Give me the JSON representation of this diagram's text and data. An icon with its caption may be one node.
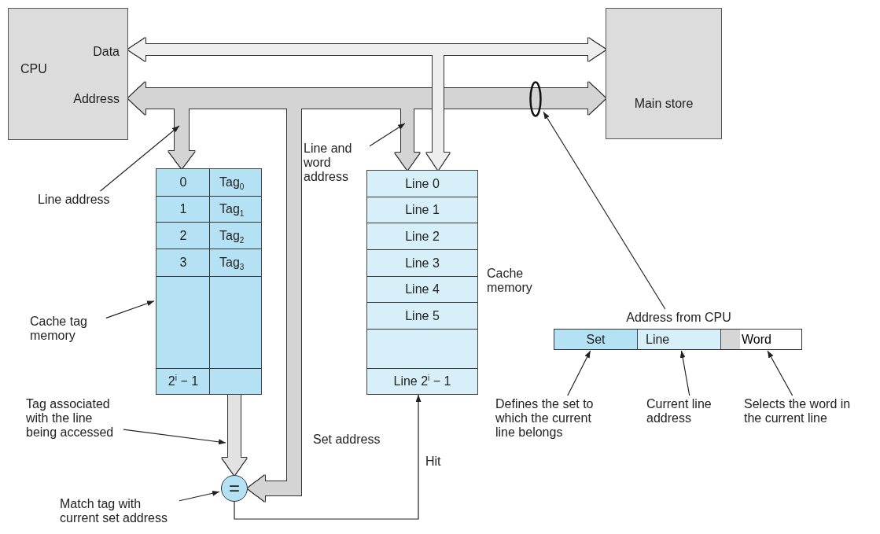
{
  "diagram": {
    "nodes": [
      {
        "text": [
          "CPU",
          "Data",
          "Address"
        ]
      },
      {
        "text": [
          "Main store"
        ]
      },
      {
        "text": [],
        "shape": "ellipse"
      },
      {
        "text": [],
        "shape": "box"
      },
      {
        "text": [
          "0",
          "Tag$_{0}$"
        ],
        "in": 3
      },
      {
        "text": [
          "1",
          "Tag$_{1}$"
        ],
        "in": 3
      },
      {
        "text": [
          "2",
          "Tag$_{2}$"
        ],
        "in": 3
      },
      {
        "text": [
          "3",
          "Tag$_{3}$"
        ],
        "in": 3
      },
      {
        "text": [],
        "shape": "box",
        "in": 3
      },
      {
        "text": [
          "2$^{i}$ − 1"
        ],
        "in": 3
      },
      {
        "text": [],
        "shape": "box",
        "beside": [
          "Cache memory"
        ]
      },
      {
        "text": [
          "Line 0"
        ],
        "in": 10
      },
      {
        "text": [
          "Line 1"
        ],
        "in": 10
      },
      {
        "text": [
          "Line 2"
        ],
        "in": 10
      },
      {
        "text": [
          "Line 3"
        ],
        "in": 10
      },
      {
        "text": [
          "Line 4"
        ],
        "in": 10
      },
      {
        "text": [
          "Line 5"
        ],
        "in": 10
      },
      {
        "text": [],
        "shape": "box",
        "in": 10
      },
      {
        "text": [
          "Line 2$^{i}$ − 1"
        ],
        "in": 10
      },
      {
        "text": [
          "="
        ]
      },
      {
        "text": [
          "Address from CPU"
        ]
      },
      {
        "text": [
          "Set"
        ],
        "in": 20
      },
      {
        "text": [
          "Line"
        ],
        "in": 20
      },
      {
        "text": [
          "Word"
        ],
        "in": 20
      },
      {
        "text": [
          "Line address"
        ]
      },
      {
        "text": [
          "Line and word address"
        ]
      },
      {
        "text": [
          "Cache tag memory"
        ]
      },
      {
        "text": [
          "Tag associated with the line being accessed"
        ]
      },
      {
        "text": [
          "Match tag with current set address"
        ]
      },
      {
        "text": [
          "Defines the set to which the current line belongs"
        ]
      },
      {
        "text": [
          "Current line address"
        ]
      },
      {
        "text": [
          "Selects the word in the current line"
        ]
      }
    ],
    "edges": [
      {
        "from": 0,
        "to": 1,
        "arrow": "both",
        "style": "thick",
        "color": "#d4d4d4"
      },
      {
        "from": 0,
        "to": 3,
        "arrow": "to",
        "style": "thick",
        "color": "#d4d4d4"
      },
      {
        "from": 0,
        "to": 19,
        "arrow": "to",
        "style": "thick",
        "color": "#d4d4d4"
      },
      {
        "from": 0,
        "to": 10,
        "arrow": "to",
        "style": "thick",
        "color": "#d4d4d4"
      },
      {
        "from": 0,
        "to": 1,
        "arrow": "both",
        "style": "thick",
        "color": "#eeeeee"
      },
      {
        "from": 1,
        "to": 10,
        "arrow": "to",
        "style": "thick",
        "color": "#eeeeee"
      },
      {
        "from": 3,
        "to": 19,
        "arrow": "to",
        "style": "thick",
        "color": "#e2e2e2"
      },
      {
        "from": 19,
        "to": 10,
        "arrow": "to",
        "label": "Hit"
      },
      {
        "from": 24,
        "to": null,
        "arrow": "to"
      },
      {
        "from": 25,
        "to": null,
        "arrow": "to"
      },
      {
        "from": 26,
        "to": 3,
        "arrow": "to"
      },
      {
        "from": 27,
        "to": null,
        "arrow": "to"
      },
      {
        "from": 28,
        "to": 19,
        "arrow": "to"
      },
      {
        "from": 20,
        "to": 2,
        "arrow": "to"
      },
      {
        "from": 29,
        "to": 21,
        "arrow": "to"
      },
      {
        "from": 30,
        "to": 22,
        "arrow": "to"
      },
      {
        "from": 31,
        "to": 23,
        "arrow": "to"
      }
    ],
    "labels": [
      "Set address"
    ]
  }
}
